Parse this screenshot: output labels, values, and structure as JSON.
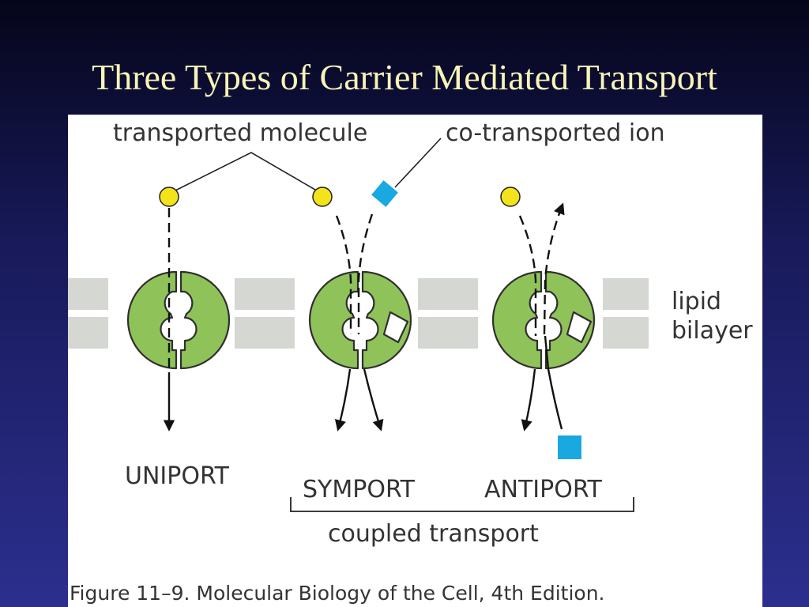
{
  "slide": {
    "title": "Three Types of Carrier Mediated Transport"
  },
  "figure": {
    "labels": {
      "transported_molecule": "transported molecule",
      "co_transported_ion": "co-transported ion",
      "lipid": "lipid",
      "bilayer": "bilayer",
      "uniport": "UNIPORT",
      "symport": "SYMPORT",
      "antiport": "ANTIPORT",
      "coupled_transport": "coupled transport"
    },
    "caption": "Figure 11–9. Molecular Biology of the Cell, 4th Edition.",
    "colors": {
      "membrane": "#d5d7d2",
      "carrier": "#8fc35a",
      "carrier_outline": "#2f2f2f",
      "molecule": "#f3e31a",
      "ion": "#1aa8e0",
      "arrow": "#111111"
    }
  }
}
